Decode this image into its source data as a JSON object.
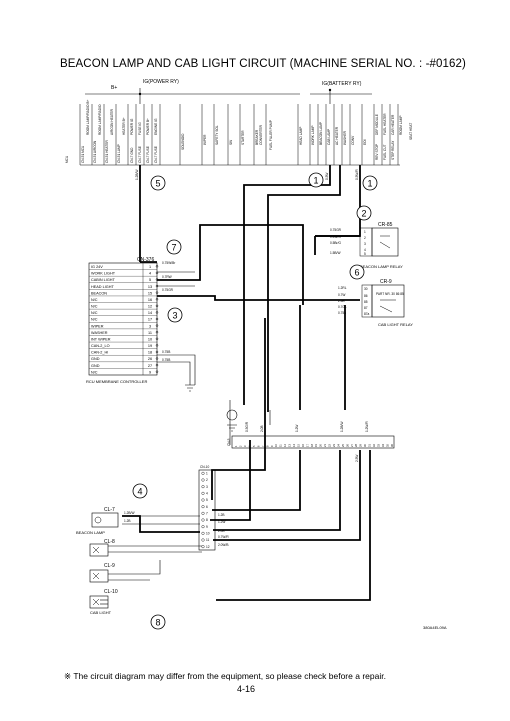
{
  "title": "BEACON LAMP AND CAB LIGHT CIRCUIT (MACHINE SERIAL NO. : -#0162)",
  "supply": {
    "bplus": "B+",
    "ig_power": "IG(POWER RY)",
    "ig_battery": "IG(BATTERY RY)"
  },
  "mcu": {
    "label": "MCU",
    "left_group": [
      "CN-51 MCU",
      "CN-51 AIRCON",
      "CN-51 HEATER",
      "CN-51 LAMP"
    ],
    "left_funcs": [
      "ROOM LAMP/RADIO B+",
      "ROOM LAMP/RADIO",
      "AIRCON HEATER",
      "HEATER B+"
    ],
    "mid_group": [
      "CN-7 GND",
      "CN-7 FUSE",
      "CN-7 FUSE",
      "CN-7 FUSE"
    ],
    "mid_funcs": [
      "POWER IG",
      "FUSE IG",
      "POWER B+",
      "ENGINE IG"
    ],
    "right_group1": [
      "SOLENOID"
    ],
    "right_group2": [
      "WIPER",
      "SAFETY SOL",
      "SW",
      "STARTER",
      "BREAKER",
      "CONVERTER",
      "FUEL FILLER PUMP"
    ],
    "right_group3": [
      "HEAD LAMP",
      "WORK LAMP",
      "BEACON LAMP",
      "CAB LAMP",
      "AC HEATER",
      "WASHER",
      "CONV"
    ],
    "right_group4": [
      "EOI",
      "REV STOP",
      "FUEL CUT",
      "STEP RELAY"
    ],
    "right_funcs4": [
      "DEF MODULE",
      "FUEL HEATER",
      "CAR HEATER",
      "ROOM LAMP",
      "SEAT HEAT"
    ]
  },
  "callouts": [
    "1",
    "1",
    "2",
    "3",
    "4",
    "5",
    "6",
    "7",
    "8"
  ],
  "cr85": {
    "name": "CR-85",
    "label": "BEACON LAMP RELAY",
    "pins": [
      "1",
      "2",
      "3",
      "4",
      "5"
    ],
    "wires": [
      "0.75GR",
      "0.5W/G",
      "0.5Br/G",
      "1.5B/W"
    ]
  },
  "cr9": {
    "name": "CR-9",
    "label": "CAB LIGHT RELAY",
    "pins": [
      "30",
      "86",
      "85",
      "87",
      "87a"
    ],
    "wires": [
      "1.2RL",
      "0.7W",
      "2.5B",
      "0.7GL",
      "0.75a"
    ],
    "note": "PART NR. 30 86 85"
  },
  "cn376": {
    "name": "CN-376",
    "rows": [
      {
        "fn": "IG 24V",
        "pin": "1"
      },
      {
        "fn": "WORK LIGHT",
        "pin": "4"
      },
      {
        "fn": "CABIN LIGHT",
        "pin": "5"
      },
      {
        "fn": "HEAD LIGHT",
        "pin": "13"
      },
      {
        "fn": "BEACON",
        "pin": "15"
      },
      {
        "fn": "N/C",
        "pin": "16"
      },
      {
        "fn": "N/C",
        "pin": "12"
      },
      {
        "fn": "N/C",
        "pin": "14"
      },
      {
        "fn": "N/C",
        "pin": "17"
      },
      {
        "fn": "WIPER",
        "pin": "3"
      },
      {
        "fn": "WASHER",
        "pin": "11"
      },
      {
        "fn": "INT WIPER",
        "pin": "10"
      },
      {
        "fn": "CAN-2_LO",
        "pin": "19"
      },
      {
        "fn": "CAN-2_HI",
        "pin": "18"
      },
      {
        "fn": "GND",
        "pin": "26"
      },
      {
        "fn": "GND",
        "pin": "27"
      },
      {
        "fn": "N/C",
        "pin": "9"
      }
    ],
    "label": "RCU MEMBRANE CONTROLLER",
    "wires": [
      "0.75W/Br",
      "0.7RW",
      "0.75GR",
      "0.75B",
      "0.75B"
    ]
  },
  "cn5": {
    "name": "CN-5",
    "pins": [
      "1",
      "2",
      "3",
      "4",
      "5",
      "6",
      "7",
      "8",
      "9",
      "10",
      "11",
      "12",
      "13",
      "14",
      "15",
      "16",
      "17",
      "18",
      "19",
      "20",
      "21",
      "22",
      "23",
      "24",
      "25",
      "26",
      "27",
      "28",
      "29",
      "30",
      "31",
      "32",
      "33",
      "34",
      "35",
      "36"
    ]
  },
  "cn10": {
    "name": "CN-10",
    "pins": [
      "1",
      "2",
      "3",
      "4",
      "5",
      "6",
      "7",
      "8",
      "9",
      "10",
      "11",
      "12"
    ],
    "wires": [
      "1.2B",
      "1.2W",
      "2.0B",
      "0.7W/R",
      "2.0W/B"
    ]
  },
  "cl7": {
    "name": "CL-7",
    "label": "BEACON LAMP",
    "wires": [
      "1.2B/W",
      "1.2B"
    ]
  },
  "cl8": {
    "name": "CL-8"
  },
  "cl9": {
    "name": "CL-9"
  },
  "cl10": {
    "name": "CL-10",
    "label": "CAB LIGHT"
  },
  "wire_labels": [
    "1.2B/W",
    "0.5W",
    "0.5W/R",
    "1.2W",
    "1.2B/W",
    "2.0B",
    "0.5G/R",
    "1.2W/R",
    "2.5W"
  ],
  "drawing_code": "380A4EL09A",
  "footnote": "※ The circuit diagram may differ from the equipment, so please check before a repair.",
  "page_number": "4-16"
}
